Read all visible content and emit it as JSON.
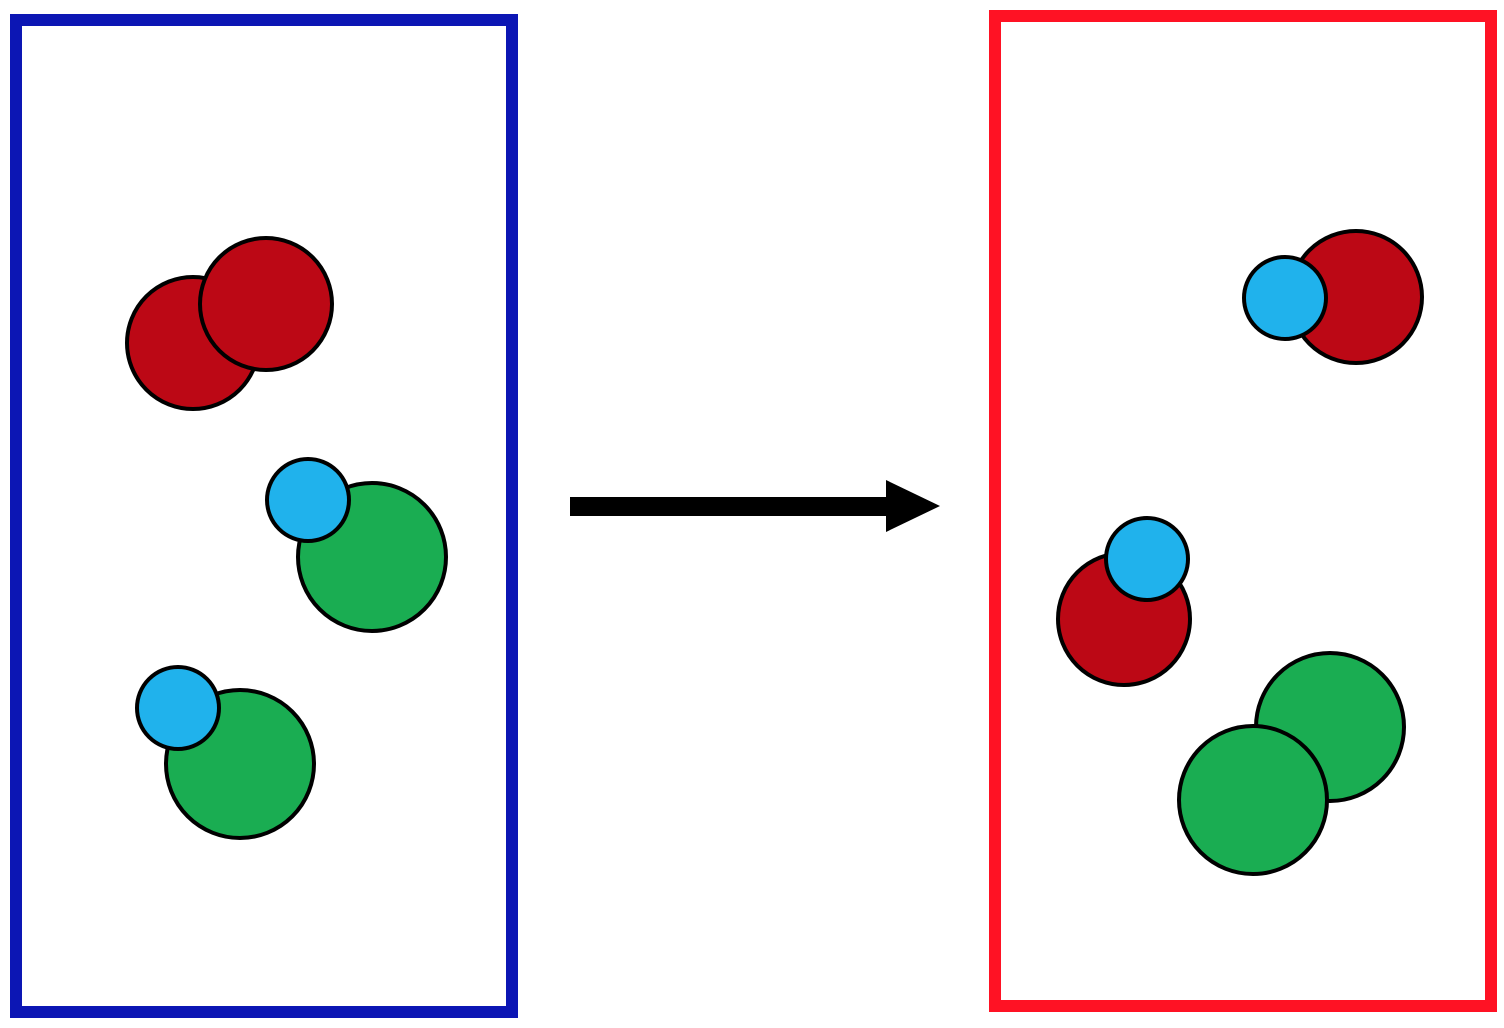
{
  "colors": {
    "background": "#ffffff",
    "reactants_frame": "#0c16b4",
    "products_frame": "#ff1224",
    "red_atom": "#bc0815",
    "green_atom": "#1aad52",
    "blue_atom": "#20b2ec",
    "arrow": "#000000",
    "outline": "#000000"
  },
  "panels": [
    {
      "id": "reactants",
      "frame_color_key": "reactants_frame",
      "molecules": [
        {
          "id": "red-red",
          "atoms": [
            "red_atom",
            "red_atom"
          ]
        },
        {
          "id": "green-blue-1",
          "atoms": [
            "green_atom",
            "blue_atom"
          ]
        },
        {
          "id": "green-blue-2",
          "atoms": [
            "green_atom",
            "blue_atom"
          ]
        }
      ]
    },
    {
      "id": "products",
      "frame_color_key": "products_frame",
      "molecules": [
        {
          "id": "red-blue-1",
          "atoms": [
            "red_atom",
            "blue_atom"
          ]
        },
        {
          "id": "red-blue-2",
          "atoms": [
            "red_atom",
            "blue_atom"
          ]
        },
        {
          "id": "green-green",
          "atoms": [
            "green_atom",
            "green_atom"
          ]
        }
      ]
    }
  ],
  "arrow": {
    "direction": "right",
    "icon": "arrow-right-icon"
  }
}
